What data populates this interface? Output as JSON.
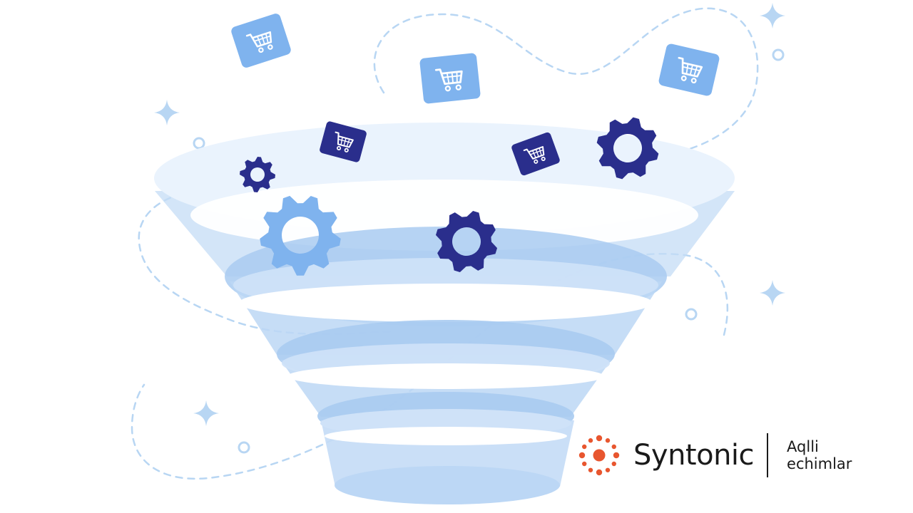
{
  "brand": {
    "name": "Syntonic",
    "tagline_line1": "Aqlli",
    "tagline_line2": "echimlar"
  },
  "colors": {
    "funnel_blue": "#90c0f0",
    "gear_navy": "#2a2e8c",
    "gear_light": "#7fb3ee",
    "cart_light": "#7fb3ee",
    "cart_navy": "#2a2e8c",
    "dash": "#b8d6f3",
    "logo_orange": "#e8562f"
  },
  "icons": [
    "shopping-cart-icon",
    "gear-icon",
    "sparkle-icon",
    "ring-icon",
    "funnel-illustration"
  ]
}
